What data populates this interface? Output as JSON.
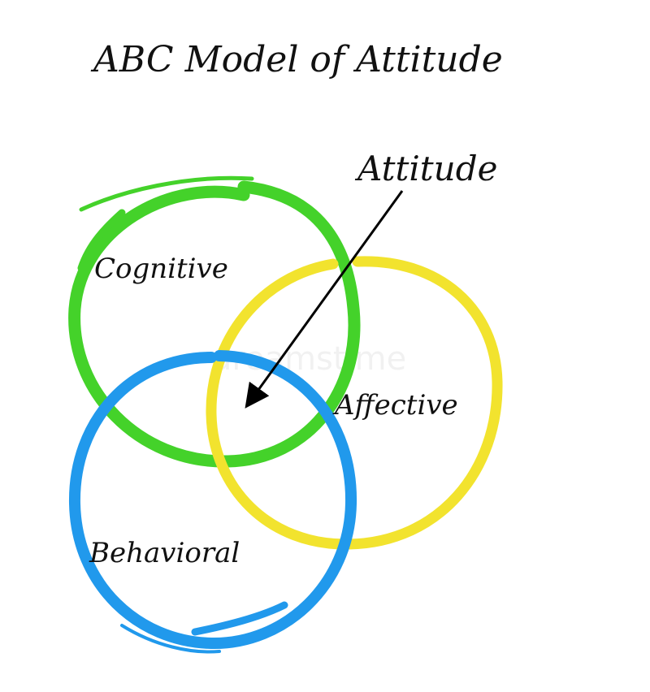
{
  "diagram": {
    "title": "ABC Model of Attitude",
    "callout": "Attitude",
    "components": [
      {
        "id": "cognitive",
        "label": "Cognitive",
        "color": "#44d22a"
      },
      {
        "id": "affective",
        "label": "Affective",
        "color": "#f2e32e"
      },
      {
        "id": "behavioral",
        "label": "Behavioral",
        "color": "#2199ec"
      }
    ],
    "arrow_color": "#000000",
    "watermark": "dreamstime"
  }
}
